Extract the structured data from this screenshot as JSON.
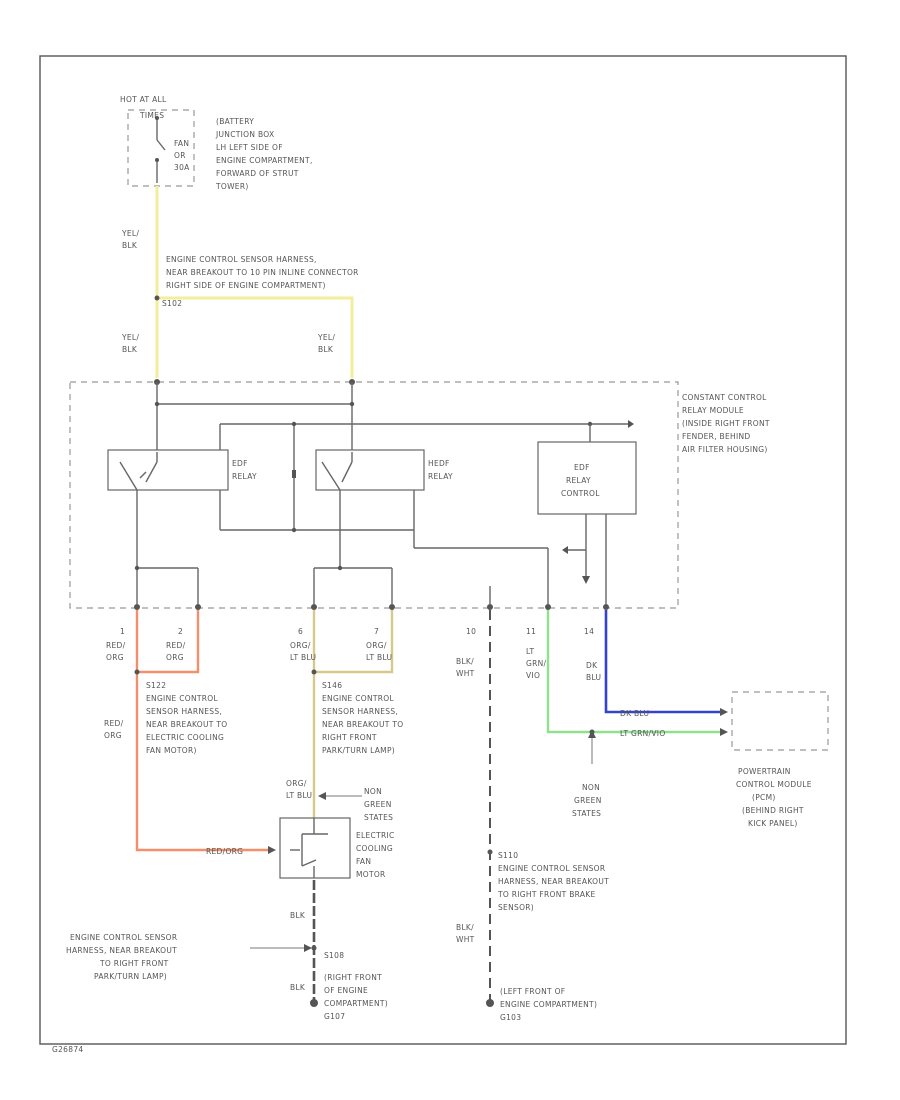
{
  "diagram": {
    "colors": {
      "yel_blk": "#f2ee9a",
      "red_org": "#f48f6c",
      "org_ltblu": "#d8c88a",
      "ltgrn_vio": "#8fe08f",
      "dkblu": "#3344cc",
      "blk": "#555555"
    },
    "labels": {
      "hot_at_all": "HOT AT ALL",
      "times": "TIMES",
      "fuse_a": "FAN",
      "fuse_b": "OR",
      "fuse_c": "30A",
      "bjb_1": "(BATTERY",
      "bjb_2": "JUNCTION BOX",
      "bjb_3": "LH LEFT SIDE OF",
      "bjb_4": "ENGINE COMPARTMENT,",
      "bjb_5": "FORWARD OF STRUT",
      "bjb_6": "TOWER)",
      "wire_yb1a": "YEL/",
      "wire_yb1b": "BLK",
      "s_top_1": "ENGINE CONTROL SENSOR HARNESS,",
      "s_top_2": "NEAR BREAKOUT TO 10 PIN INLINE CONNECTOR",
      "s_top_3": "RIGHT SIDE OF ENGINE COMPARTMENT)",
      "s_top_id": "S102",
      "wire_yb2a": "YEL/",
      "wire_yb2b": "BLK",
      "wire_yb3a": "YEL/",
      "wire_yb3b": "BLK",
      "ccrm_1": "CONSTANT CONTROL",
      "ccrm_2": "RELAY MODULE",
      "ccrm_3": "(INSIDE RIGHT FRONT",
      "ccrm_4": "FENDER, BEHIND",
      "ccrm_5": "AIR FILTER HOUSING)",
      "edf_relay_1": "EDF",
      "edf_relay_2": "RELAY",
      "hedf_relay_1": "HEDF",
      "hedf_relay_2": "RELAY",
      "edf_ctrl_1": "EDF",
      "edf_ctrl_2": "RELAY",
      "edf_ctrl_3": "CONTROL",
      "pin1": "1",
      "pin2": "2",
      "pin6": "6",
      "pin7": "7",
      "pin10": "10",
      "pin11": "11",
      "pin14": "14",
      "w_ro1a": "RED/",
      "w_ro1b": "ORG",
      "w_ro2a": "RED/",
      "w_ro2b": "ORG",
      "w_ol1a": "ORG/",
      "w_ol1b": "LT BLU",
      "w_ol2a": "ORG/",
      "w_ol2b": "LT BLU",
      "w_bw1a": "BLK/",
      "w_bw1b": "WHT",
      "w_lg1a": "LT",
      "w_lg1b": "GRN/",
      "w_lg1c": "VIO",
      "w_db1a": "DK",
      "w_db1b": "BLU",
      "s122_id": "S122",
      "s122_1": "ENGINE CONTROL",
      "s122_2": "SENSOR HARNESS,",
      "s122_3": "NEAR BREAKOUT TO",
      "s122_4": "ELECTRIC COOLING",
      "s122_5": "FAN MOTOR)",
      "w_ro3a": "RED/",
      "w_ro3b": "ORG",
      "s146_id": "S146",
      "s146_1": "ENGINE CONTROL",
      "s146_2": "SENSOR HARNESS,",
      "s146_3": "NEAR BREAKOUT TO",
      "s146_4": "RIGHT FRONT",
      "s146_5": "PARK/TURN LAMP)",
      "w_ol3a": "ORG/",
      "w_ol3b": "LT BLU",
      "non_green_1": "NON",
      "non_green_2": "GREEN",
      "non_green_3": "STATES",
      "pcm_dkblu": "DK BLU",
      "pcm_ltgrn": "LT GRN/VIO",
      "non_green2_1": "NON",
      "non_green2_2": "GREEN",
      "non_green2_3": "STATES",
      "pcm_1": "POWERTRAIN",
      "pcm_2": "CONTROL MODULE",
      "pcm_3": "(PCM)",
      "pcm_4": "(BEHIND RIGHT",
      "pcm_5": "KICK PANEL)",
      "fan_1": "ELECTRIC",
      "fan_2": "COOLING",
      "fan_3": "FAN",
      "fan_4": "MOTOR",
      "fan_in": "RED/ORG",
      "s110_id": "S110",
      "s110_1": "ENGINE CONTROL SENSOR",
      "s110_2": "HARNESS, NEAR BREAKOUT",
      "s110_3": "TO RIGHT FRONT BRAKE",
      "s110_4": "SENSOR)",
      "w_blk1": "BLK",
      "w_bw2a": "BLK/",
      "w_bw2b": "WHT",
      "ecs_1": "ENGINE CONTROL SENSOR",
      "ecs_2": "HARNESS, NEAR BREAKOUT",
      "ecs_3": "TO RIGHT FRONT",
      "ecs_4": "PARK/TURN LAMP)",
      "s108_id": "S108",
      "w_blk2": "BLK",
      "g107_1": "(RIGHT FRONT",
      "g107_2": "OF ENGINE",
      "g107_3": "COMPARTMENT)",
      "g107_id": "G107",
      "g103_1": "(LEFT FRONT OF",
      "g103_2": "ENGINE COMPARTMENT)",
      "g103_id": "G103",
      "footer": "G26874"
    }
  }
}
